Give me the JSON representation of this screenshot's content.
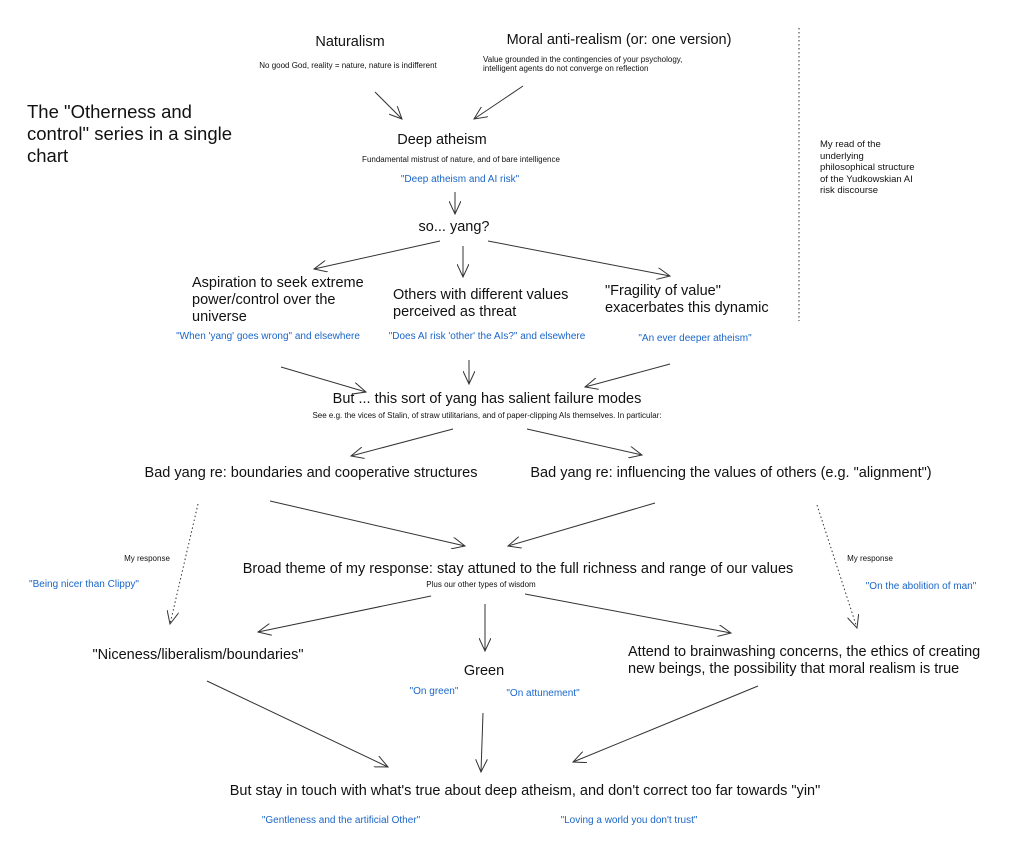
{
  "diagram": {
    "title": "The \"Otherness and control\" series in a single chart",
    "side_note": "My read of the underlying philosophical structure of the Yudkowskian AI risk discourse",
    "naturalism": {
      "heading": "Naturalism",
      "description": "No good God, reality = nature, nature is indifferent"
    },
    "anti_realism": {
      "heading": "Moral anti-realism (or: one version)",
      "description_line1": "Value grounded in the contingencies of your psychology,",
      "description_line2": "intelligent agents do not converge on reflection"
    },
    "deep_atheism": {
      "heading": "Deep atheism",
      "description": "Fundamental mistrust of nature, and of bare intelligence",
      "link": "\"Deep atheism and AI risk\""
    },
    "so_yang": {
      "heading": "so... yang?"
    },
    "aspiration": {
      "line1": "Aspiration to seek extreme",
      "line2": "power/control over the",
      "line3": "universe",
      "link": "\"When 'yang' goes wrong\" and elsewhere"
    },
    "others": {
      "line1": "Others with different values",
      "line2": "perceived as threat",
      "link": "\"Does AI risk 'other' the AIs?\" and elsewhere"
    },
    "fragility": {
      "line1": "\"Fragility of value\"",
      "line2": "exacerbates this dynamic",
      "link": "\"An ever deeper atheism\""
    },
    "failure_modes": {
      "heading": "But ... this sort of yang has salient failure modes",
      "description": "See e.g. the vices of Stalin, of straw utilitarians, and of paper-clipping AIs themselves. In particular:"
    },
    "bad_yang_boundaries": {
      "heading": "Bad yang re: boundaries and cooperative structures"
    },
    "bad_yang_values": {
      "heading": "Bad yang re: influencing the values of others (e.g. \"alignment\")"
    },
    "response_left": {
      "label": "My response",
      "link": "\"Being nicer than Clippy\""
    },
    "response_right": {
      "label": "My response",
      "link": "\"On the abolition of man\""
    },
    "broad_theme": {
      "heading": "Broad theme of my response: stay attuned to the full richness and range of our values",
      "description": "Plus our other types of wisdom"
    },
    "niceness": {
      "heading": "\"Niceness/liberalism/boundaries\""
    },
    "green": {
      "heading": "Green",
      "link1": "\"On green\"",
      "link2": "\"On attunement\""
    },
    "attend": {
      "line1": "Attend to brainwashing concerns, the ethics of creating",
      "line2": "new beings, the possibility that moral realism is true"
    },
    "stay_in_touch": {
      "heading": "But stay in touch with what's true about deep atheism, and don't correct too far towards \"yin\"",
      "link1": "\"Gentleness and the artificial Other\"",
      "link2": "\"Loving a world you don't trust\""
    }
  }
}
